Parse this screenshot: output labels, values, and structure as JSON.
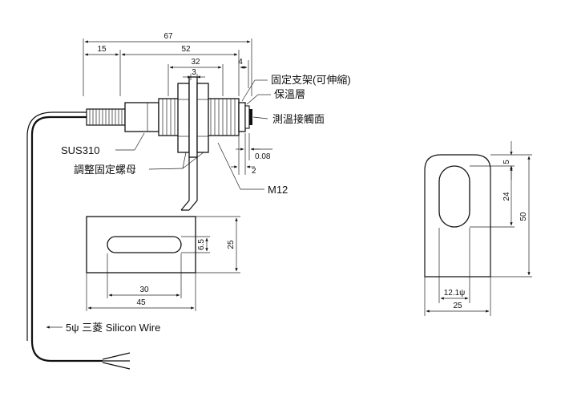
{
  "dimensions": {
    "overall_length": "67",
    "cable_entry_length": "15",
    "body_length": "52",
    "thread_length": "32",
    "nut_thickness": "3",
    "tip_length": "4",
    "gap": "0.08",
    "tip_offset": "2",
    "slot_length": "30",
    "bracket_length": "45",
    "slot_width": "6.5",
    "bracket_width": "25",
    "end_top": "5",
    "end_slot": "24",
    "end_height": "50",
    "end_slot_width": "12.1ψ",
    "end_width": "25"
  },
  "labels": {
    "bracket": "固定支架(可伸縮)",
    "insulation": "保溫層",
    "sensing_face": "測溫接觸面",
    "housing_material": "SUS310",
    "adjust_nut": "調整固定螺母",
    "thread": "M12",
    "cable": "5ψ 三菱  Silicon Wire"
  }
}
